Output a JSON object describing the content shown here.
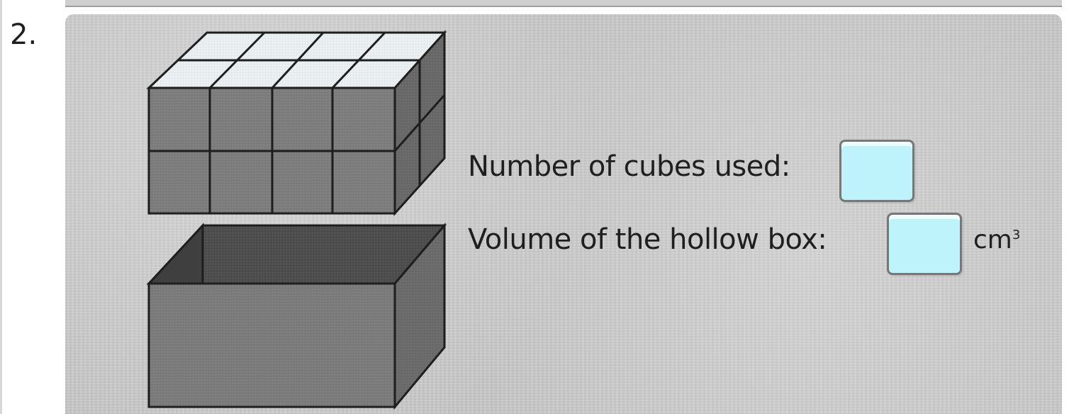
{
  "question": {
    "number": "2."
  },
  "prompts": {
    "cubes_used_label": "Number of cubes used:",
    "hollow_box_label": "Volume of the hollow box:",
    "volume_unit": "cm",
    "volume_unit_exponent": "3"
  },
  "answers": {
    "cubes_used_value": "",
    "volume_value": ""
  },
  "colors": {
    "panel_gray": "#c9c9c9",
    "cube_top": "#e9eef1",
    "cube_front": "#7a7a7a",
    "cube_side": "#666666",
    "box_front": "#7b7b7b",
    "box_inner": "#4b4b4b",
    "answer_box_fill": "#bff3fb"
  }
}
